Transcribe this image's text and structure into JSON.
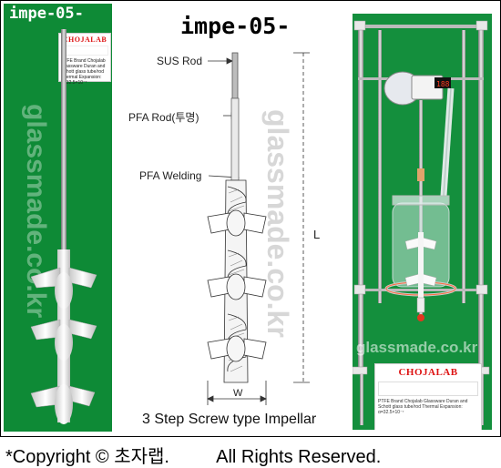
{
  "left_photo": {
    "title": "impe-05-",
    "watermark": "glassmade.co.kr",
    "label_brand": "CHOJALAB",
    "label_text": "PTFE Brand Chojalab Glassware Duran and Schott glass tube/rod Thermal Expansion: α=32.5×10⁻⁷"
  },
  "diagram": {
    "title": "impe-05-",
    "callouts": {
      "sus_rod": "SUS Rod",
      "pfa_rod": "PFA Rod(투명)",
      "pfa_welding": "PFA Welding",
      "length": "L",
      "width": "W"
    },
    "watermark": "glassmade.co.kr",
    "caption": "3 Step Screw type Impellar"
  },
  "right_photo": {
    "watermark": "glassmade.co.kr",
    "label_brand": "CHOJALAB",
    "label_text": "PTFE Brand Chojalab Glassware Duran and Schott glass tube/rod Thermal Expansion: α=32.5×10⁻⁷",
    "controller_display": "188"
  },
  "footer": {
    "copyright": "*Copyright © 초자랩.",
    "rights": "All Rights Reserved."
  },
  "colors": {
    "photo_bg": "#0e8a36",
    "brand_red": "#d11111"
  }
}
